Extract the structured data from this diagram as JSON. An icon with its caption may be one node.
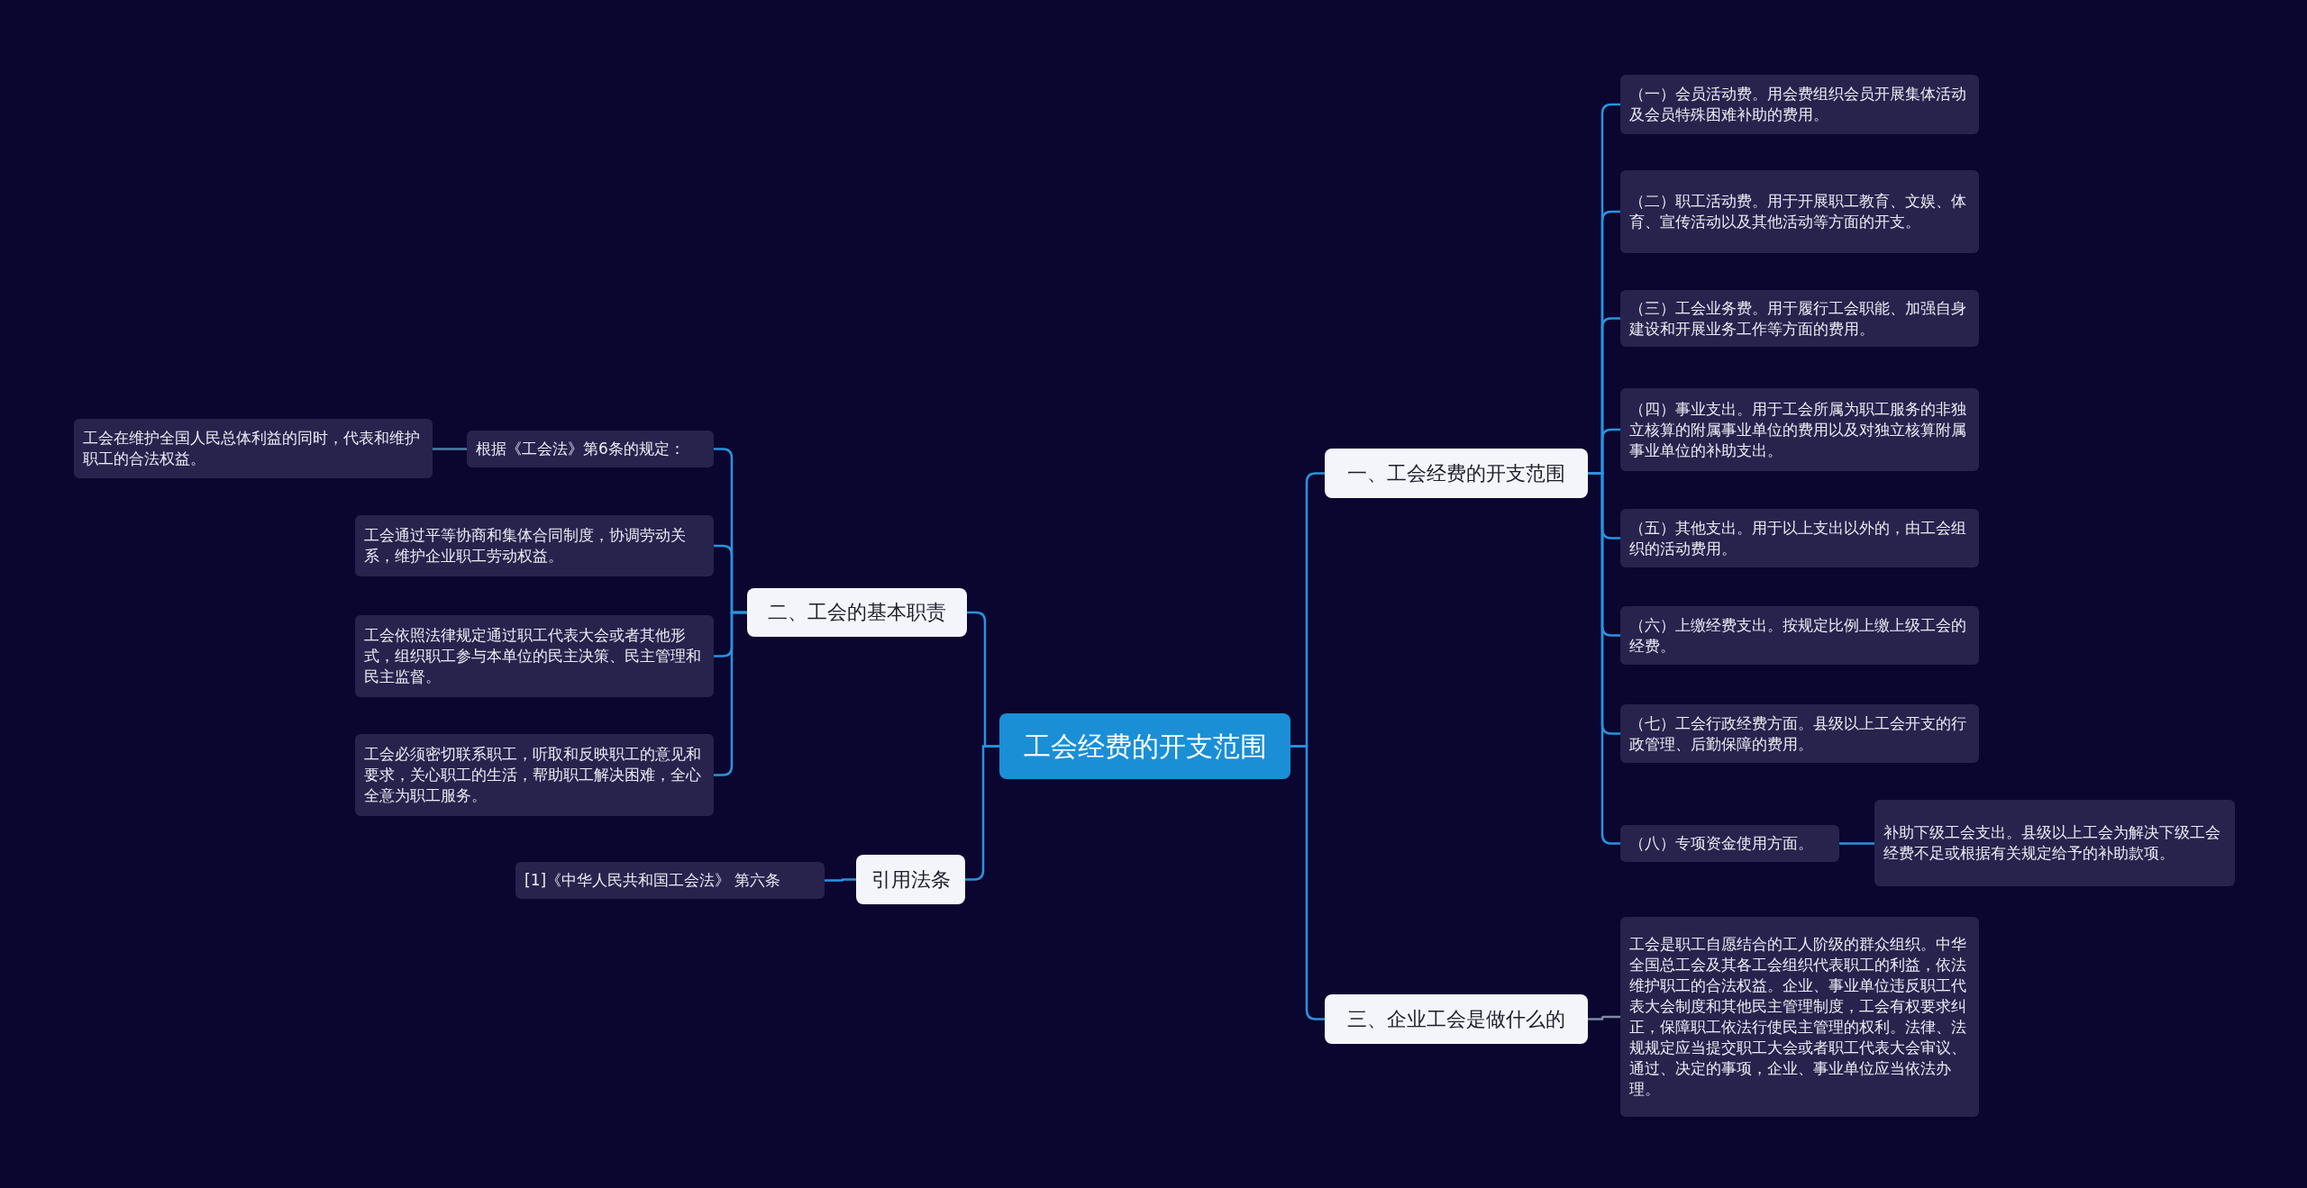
{
  "diagram": {
    "nodes": [
      {
        "text": [
          "工会经费的开支范围"
        ]
      },
      {
        "text": [
          "一、工会经费的开支范围"
        ]
      },
      {
        "text": [
          "（一）会员活动费。用会费组织会员开展集体活动及会员特殊困难补助的费用。"
        ]
      },
      {
        "text": [
          "（二）职工活动费。用于开展职工教育、文娱、体育、宣传活动以及其他活动等方面的开支。"
        ]
      },
      {
        "text": [
          "（三）工会业务费。用于履行工会职能、加强自身建设和开展业务工作等方面的费用。"
        ]
      },
      {
        "text": [
          "（四）事业支出。用于工会所属为职工服务的非独立核算的附属事业单位的费用以及对独立核算附属事业单位的补助支出。"
        ]
      },
      {
        "text": [
          "（五）其他支出。用于以上支出以外的，由工会组织的活动费用。"
        ]
      },
      {
        "text": [
          "（六）上缴经费支出。按规定比例上缴上级工会的经费。"
        ]
      },
      {
        "text": [
          "（七）工会行政经费方面。县级以上工会开支的行政管理、后勤保障的费用。"
        ]
      },
      {
        "text": [
          "（八）专项资金使用方面。"
        ]
      },
      {
        "text": [
          "补助下级工会支出。县级以上工会为解决下级工会经费不足或根据有关规定给予的补助款项。"
        ]
      },
      {
        "text": [
          "三、企业工会是做什么的"
        ]
      },
      {
        "text": [
          "工会是职工自愿结合的工人阶级的群众组织。中华全国总工会及其各工会组织代表职工的利益，依法维护职工的合法权益。企业、事业单位违反职工代表大会制度和其他民主管理制度，工会有权要求纠正，保障职工依法行使民主管理的权利。法律、法规规定应当提交职工大会或者职工代表大会审议、通过、决定的事项，企业、事业单位应当依法办理。"
        ]
      },
      {
        "text": [
          "二、工会的基本职责"
        ]
      },
      {
        "text": [
          "根据《工会法》第6条的规定："
        ]
      },
      {
        "text": [
          "工会在维护全国人民总体利益的同时，代表和维护职工的合法权益。"
        ]
      },
      {
        "text": [
          "工会通过平等协商和集体合同制度，协调劳动关系，维护企业职工劳动权益。"
        ]
      },
      {
        "text": [
          "工会依照法律规定通过职工代表大会或者其他形式，组织职工参与本单位的民主决策、民主管理和民主监督。"
        ]
      },
      {
        "text": [
          "工会必须密切联系职工，听取和反映职工的意见和要求，关心职工的生活，帮助职工解决困难，全心全意为职工服务。"
        ]
      },
      {
        "text": [
          "引用法条"
        ]
      },
      {
        "text": [
          "[1]《中华人民共和国工会法》 第六条"
        ]
      }
    ],
    "edges": [
      {
        "from": 0,
        "to": 1,
        "arrow": "none"
      },
      {
        "from": 0,
        "to": 11,
        "arrow": "none"
      },
      {
        "from": 0,
        "to": 13,
        "arrow": "none"
      },
      {
        "from": 0,
        "to": 19,
        "arrow": "none"
      },
      {
        "from": 1,
        "to": 2,
        "arrow": "none"
      },
      {
        "from": 1,
        "to": 3,
        "arrow": "none"
      },
      {
        "from": 1,
        "to": 4,
        "arrow": "none"
      },
      {
        "from": 1,
        "to": 5,
        "arrow": "none"
      },
      {
        "from": 1,
        "to": 6,
        "arrow": "none"
      },
      {
        "from": 1,
        "to": 7,
        "arrow": "none"
      },
      {
        "from": 1,
        "to": 8,
        "arrow": "none"
      },
      {
        "from": 1,
        "to": 9,
        "arrow": "none"
      },
      {
        "from": 9,
        "to": 10,
        "arrow": "none"
      },
      {
        "from": 11,
        "to": 12,
        "arrow": "none",
        "color": "#7f8aa3"
      },
      {
        "from": 13,
        "to": 14,
        "arrow": "none"
      },
      {
        "from": 13,
        "to": 16,
        "arrow": "none"
      },
      {
        "from": 13,
        "to": 17,
        "arrow": "none"
      },
      {
        "from": 13,
        "to": 18,
        "arrow": "none"
      },
      {
        "from": 14,
        "to": 15,
        "arrow": "none",
        "color": "#4f7fa3"
      },
      {
        "from": 19,
        "to": 20,
        "arrow": "none"
      }
    ]
  }
}
